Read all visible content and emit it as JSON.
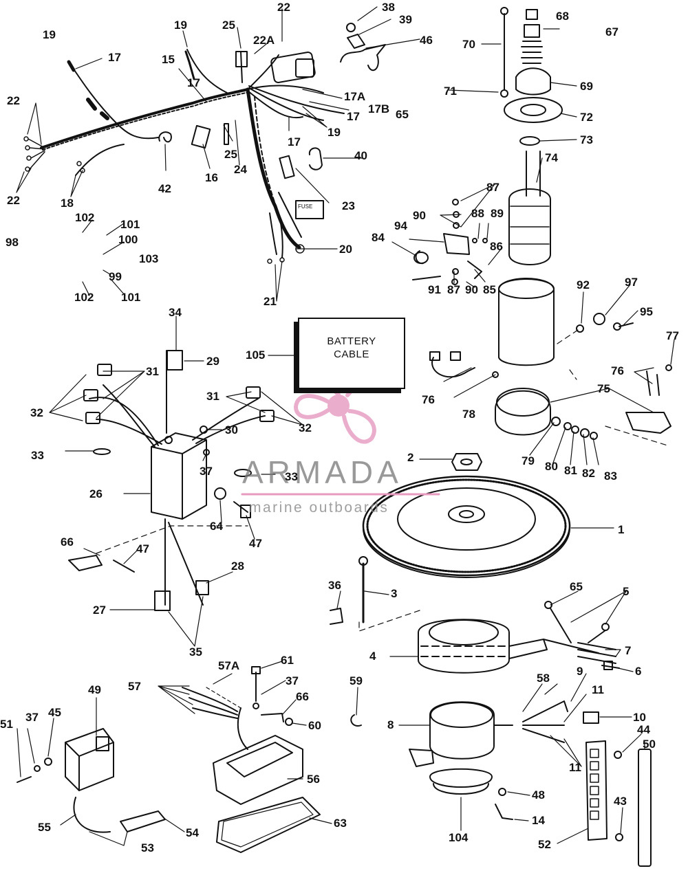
{
  "diagram": {
    "part_labels": [
      "38",
      "39",
      "22",
      "46",
      "70",
      "68",
      "67",
      "25",
      "22A",
      "19",
      "17",
      "19",
      "15",
      "17",
      "69",
      "71",
      "72",
      "73",
      "74",
      "17A",
      "17B",
      "65",
      "17",
      "19",
      "17",
      "22",
      "22",
      "42",
      "16",
      "25",
      "24",
      "40",
      "23",
      "18",
      "87",
      "90",
      "88",
      "89",
      "94",
      "84",
      "86",
      "102",
      "101",
      "100",
      "98",
      "103",
      "99",
      "102",
      "101",
      "20",
      "21",
      "91",
      "87",
      "90",
      "85",
      "92",
      "97",
      "95",
      "77",
      "34",
      "29",
      "105",
      "31",
      "32",
      "31",
      "30",
      "32",
      "76",
      "78",
      "76",
      "75",
      "33",
      "37",
      "33",
      "26",
      "64",
      "47",
      "2",
      "79",
      "80",
      "81",
      "82",
      "83",
      "1",
      "66",
      "47",
      "28",
      "36",
      "3",
      "65",
      "5",
      "27",
      "35",
      "7",
      "4",
      "6",
      "57A",
      "61",
      "57",
      "37",
      "66",
      "59",
      "9",
      "58",
      "11",
      "49",
      "51",
      "37",
      "45",
      "60",
      "10",
      "44",
      "50",
      "8",
      "11",
      "56",
      "48",
      "43",
      "14",
      "55",
      "53",
      "54",
      "63",
      "104",
      "52"
    ],
    "battery_cable_box": {
      "line1": "BATTERY",
      "line2": "CABLE"
    },
    "fuse_tag": "FUSE"
  },
  "watermark": {
    "brand": "ARMADA",
    "tagline": "marine outboards",
    "colors": {
      "propeller": "#e7a1c4",
      "text": "#7a7a7a",
      "underline": "#e79ac0"
    }
  }
}
